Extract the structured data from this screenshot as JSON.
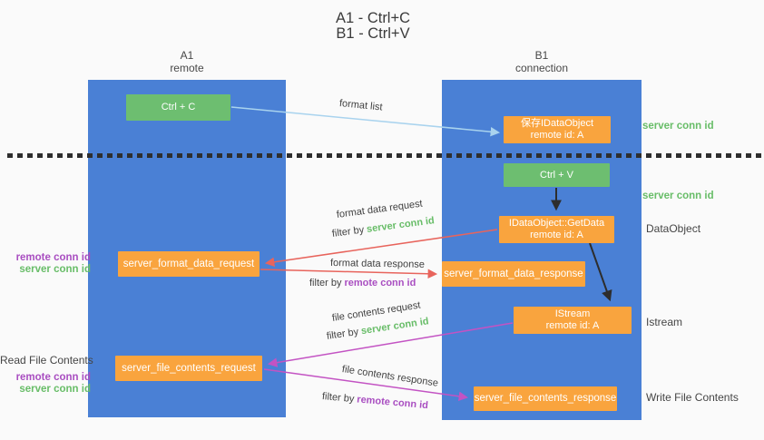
{
  "title": {
    "line1": "A1 - Ctrl+C",
    "line2": "B1 - Ctrl+V"
  },
  "lanes": {
    "a": {
      "name": "A1",
      "role": "remote"
    },
    "b": {
      "name": "B1",
      "role": "connection"
    }
  },
  "nodes": {
    "ctrl_c": {
      "label": "Ctrl + C"
    },
    "save_dataobject": {
      "line1": "保存IDataObject",
      "line2": "remote id: A"
    },
    "ctrl_v": {
      "label": "Ctrl + V"
    },
    "getdata": {
      "line1": "IDataObject::GetData",
      "line2": "remote id: A"
    },
    "format_request": {
      "label": "server_format_data_request"
    },
    "format_response": {
      "label": "server_format_data_response"
    },
    "istream": {
      "line1": "IStream",
      "line2": "remote id: A"
    },
    "file_request": {
      "label": "server_file_contents_request"
    },
    "file_response": {
      "label": "server_file_contents_response"
    }
  },
  "flow_labels": {
    "format_list": "format list",
    "format_data_request": "format data request",
    "format_data_response": "format data response",
    "file_contents_request": "file contents request",
    "file_contents_response": "file contents response",
    "filter_by": "filter by",
    "server_conn_id": "server conn id",
    "remote_conn_id": "remote conn id"
  },
  "side_labels": {
    "server_conn_id_top": "server conn id",
    "server_conn_id_mid": "server conn id",
    "dataobject": "DataObject",
    "istream": "Istream",
    "write_file_contents": "Write File Contents",
    "read_file_contents": "Read File Contents",
    "remote_conn_id_format": "remote conn id",
    "server_conn_id_format": "server conn id",
    "remote_conn_id_file": "remote conn id",
    "server_conn_id_file": "server conn id"
  },
  "colors": {
    "lane_blue": "#4a80d5",
    "node_green": "#6dbe70",
    "node_orange": "#f9a43e",
    "arrow_red": "#e8645c",
    "arrow_magenta": "#c353c3",
    "arrow_lightblue": "#a9d3ee",
    "arrow_black": "#2d2d2d",
    "text_green": "#68bd68",
    "text_purple": "#a94ec1"
  }
}
